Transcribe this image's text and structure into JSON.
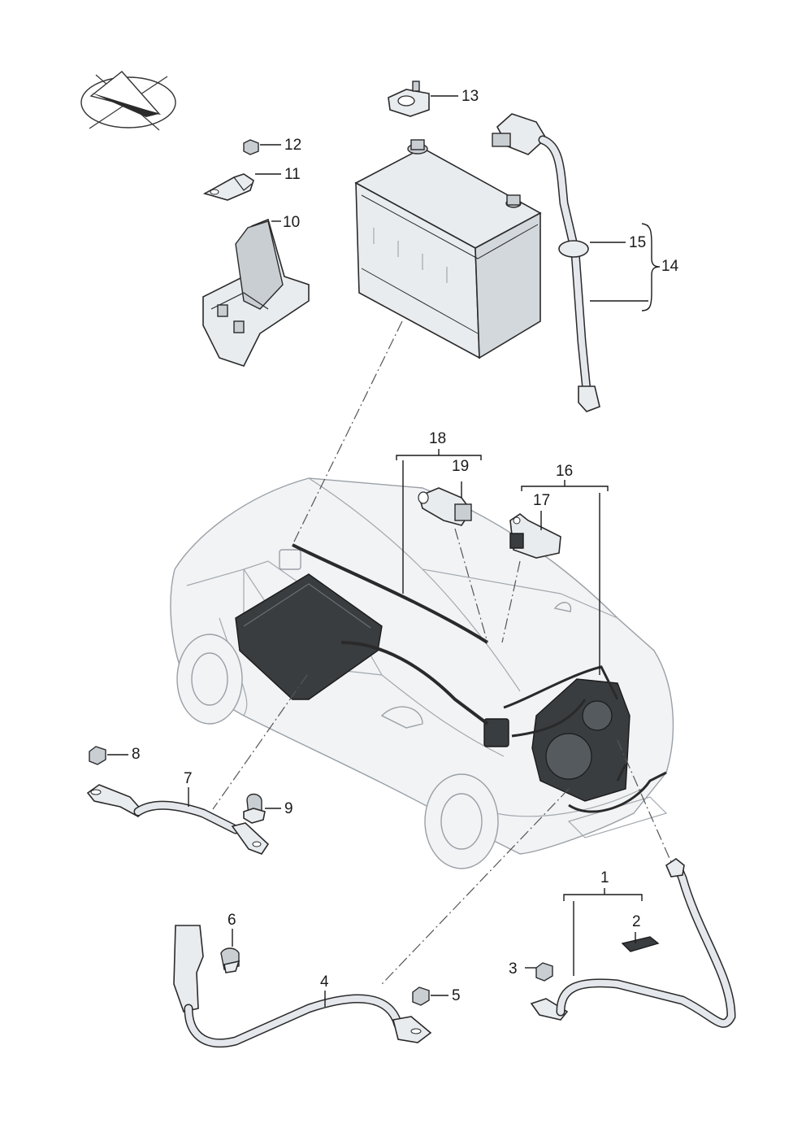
{
  "callouts": {
    "c1": "1",
    "c2": "2",
    "c3": "3",
    "c4": "4",
    "c5": "5",
    "c6": "6",
    "c7": "7",
    "c8": "8",
    "c9": "9",
    "c10": "10",
    "c11": "11",
    "c12": "12",
    "c13": "13",
    "c14": "14",
    "c15": "15",
    "c16": "16",
    "c17": "17",
    "c18": "18",
    "c19": "19"
  },
  "icons": {
    "orientation": "orientation-arrow-icon"
  },
  "colors": {
    "line": "#1a1a1a",
    "part_fill": "#e9ecef",
    "part_dark": "#3a3d40",
    "car_outline": "#9aa0a6"
  }
}
